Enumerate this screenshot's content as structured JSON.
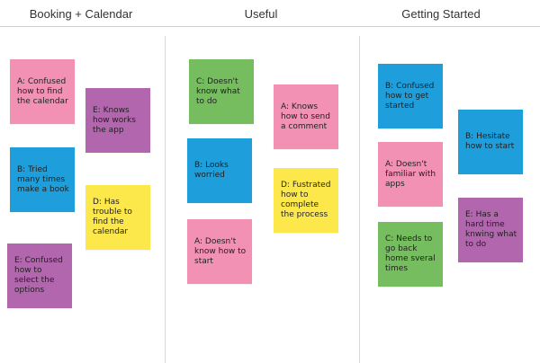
{
  "colors": {
    "pink": "#f291b4",
    "purple": "#b266ad",
    "blue": "#1e9edb",
    "yellow": "#fde84c",
    "green": "#75bd5e"
  },
  "columns": [
    {
      "title": "Booking + Calendar",
      "notes": [
        {
          "text": "A: Confused how to find the calendar",
          "color": "pink"
        },
        {
          "text": "E: Knows how works the app",
          "color": "purple"
        },
        {
          "text": "B: Tried many times make a book",
          "color": "blue"
        },
        {
          "text": "D: Has trouble to find the calendar",
          "color": "yellow"
        },
        {
          "text": "E: Confused how to select the options",
          "color": "purple"
        }
      ]
    },
    {
      "title": "Useful",
      "notes": [
        {
          "text": "C: Doesn't know what to do",
          "color": "green"
        },
        {
          "text": "A: Knows how to send a comment",
          "color": "pink"
        },
        {
          "text": "B: Looks worried",
          "color": "blue"
        },
        {
          "text": "D: Fustrated how to complete the process",
          "color": "yellow"
        },
        {
          "text": "A: Doesn't know how to start",
          "color": "pink"
        }
      ]
    },
    {
      "title": "Getting Started",
      "notes": [
        {
          "text": "B: Confused how to get started",
          "color": "blue"
        },
        {
          "text": "B: Hesitate how to start",
          "color": "blue"
        },
        {
          "text": "A: Doesn't familiar with apps",
          "color": "pink"
        },
        {
          "text": "E: Has a hard time knwing what to do",
          "color": "purple"
        },
        {
          "text": "C: Needs to go back home sveral times",
          "color": "green"
        }
      ]
    }
  ]
}
